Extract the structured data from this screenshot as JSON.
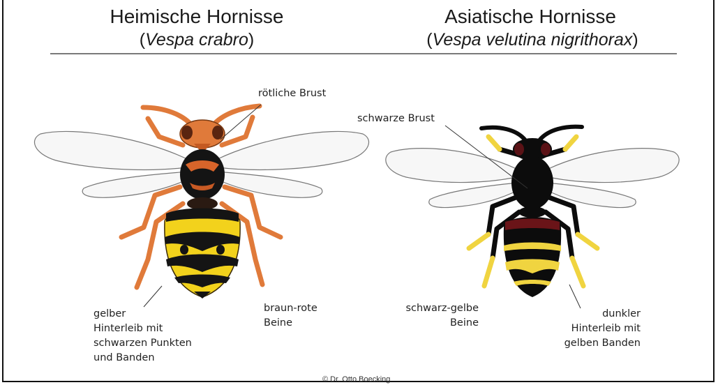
{
  "left": {
    "common_name": "Heimische Hornisse",
    "sci_name": "Vespa crabro",
    "label_chest": "rötliche Brust",
    "label_legs": [
      "braun-rote",
      "Beine"
    ],
    "label_abdomen": [
      "gelber",
      "Hinterleib mit",
      "schwarzen Punkten",
      "und Banden"
    ]
  },
  "right": {
    "common_name": "Asiatische Hornisse",
    "sci_name": "Vespa velutina nigrithorax",
    "label_chest": "schwarze Brust",
    "label_legs": [
      "schwarz-gelbe",
      "Beine"
    ],
    "label_abdomen": [
      "dunkler",
      "Hinterleib mit",
      "gelben Banden"
    ]
  },
  "credit": "© Dr. Otto Boecking",
  "colors": {
    "european_orange": "#e07a3a",
    "european_yellow": "#f2d21c",
    "asian_black": "#0c0c0c",
    "asian_yellow": "#f0d440",
    "asian_maroon": "#6a1418"
  }
}
